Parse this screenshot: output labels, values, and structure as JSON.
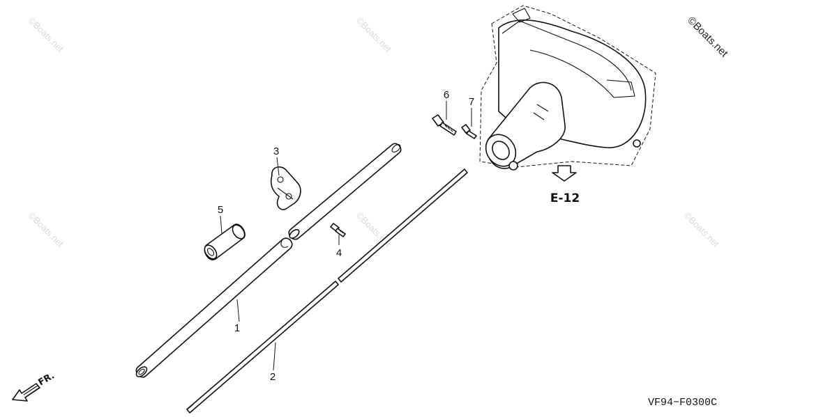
{
  "watermark_text": "©Boats.net",
  "corner_watermark": "©Boats.net",
  "callouts": {
    "c1": "1",
    "c2": "2",
    "c3": "3",
    "c4": "4",
    "c5": "5",
    "c6": "6",
    "c7": "7"
  },
  "reference_label": "E-12",
  "diagram_code": "VF94−F0300C",
  "front_label": "FR."
}
